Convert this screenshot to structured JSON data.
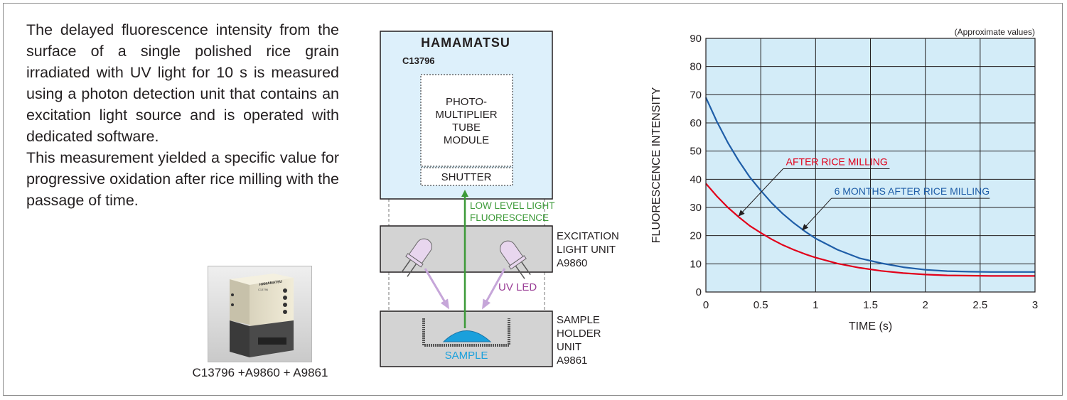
{
  "description": {
    "paragraph1": "The delayed fluorescence intensity from the surface of a single polished rice grain irradiated with UV light for 10 s is measured using a photon detection unit that contains an excitation light source and is operated with dedicated software.",
    "paragraph2": "This measurement yielded a specific value for progressive oxidation after rice milling with the passage of time."
  },
  "photo": {
    "caption": "C13796 +A9860 + A9861",
    "device_brand": "HAMAMATSU",
    "device_model": "C13796"
  },
  "diagram": {
    "brand": "HAMAMATSU",
    "model": "C13796",
    "pmt_lines": [
      "PHOTO-",
      "MULTIPLIER",
      "TUBE",
      "MODULE"
    ],
    "shutter": "SHUTTER",
    "fluorescence_lines": [
      "LOW LEVEL LIGHT",
      "FLUORESCENCE"
    ],
    "excitation_lines": [
      "EXCITATION",
      "LIGHT UNIT",
      "A9860"
    ],
    "uv_led": "UV LED",
    "sample": "SAMPLE",
    "sample_holder_lines": [
      "SAMPLE",
      "HOLDER",
      "UNIT",
      "A9861"
    ],
    "colors": {
      "panel_blue": "#ddf0fb",
      "panel_gray": "#d3d3d3",
      "fluorescence_green": "#3c9a38",
      "uv_purple": "#9a3d96",
      "sample_blue": "#1aa0dc"
    }
  },
  "chart_data": {
    "type": "line",
    "note": "(Approximate values)",
    "xlabel": "TIME (s)",
    "ylabel": "FLUORESCENCE INTENSITY",
    "xlim": [
      0,
      3
    ],
    "ylim": [
      0,
      90
    ],
    "xticks": [
      0,
      0.5,
      1,
      1.5,
      2,
      2.5,
      3
    ],
    "xtick_labels": [
      "0",
      "0.5",
      "1",
      "1.5",
      "2",
      "2.5",
      "3"
    ],
    "yticks": [
      0,
      10,
      20,
      30,
      40,
      50,
      60,
      70,
      80,
      90
    ],
    "grid": true,
    "plot_background": "#d3ecf8",
    "series": [
      {
        "name": "6 MONTHS AFTER RICE MILLING",
        "color": "#1f5ea8",
        "x": [
          0,
          0.1,
          0.2,
          0.3,
          0.4,
          0.5,
          0.6,
          0.7,
          0.8,
          0.9,
          1.0,
          1.2,
          1.4,
          1.6,
          1.8,
          2.0,
          2.2,
          2.4,
          2.6,
          2.8,
          3.0
        ],
        "y": [
          69,
          60.5,
          53,
          46.5,
          40.8,
          36,
          31.6,
          27.8,
          24.5,
          21.6,
          19,
          15,
          12,
          10.2,
          8.8,
          7.9,
          7.4,
          7.2,
          7.1,
          7.1,
          7.1
        ]
      },
      {
        "name": "AFTER RICE MILLING",
        "color": "#e2001a",
        "x": [
          0,
          0.1,
          0.2,
          0.3,
          0.4,
          0.5,
          0.6,
          0.7,
          0.8,
          0.9,
          1.0,
          1.2,
          1.4,
          1.6,
          1.8,
          2.0,
          2.2,
          2.4,
          2.6,
          2.8,
          3.0
        ],
        "y": [
          38.5,
          34,
          30,
          26.6,
          23.5,
          21,
          18.7,
          16.7,
          15,
          13.5,
          12.2,
          10.1,
          8.6,
          7.5,
          6.7,
          6.2,
          5.9,
          5.8,
          5.7,
          5.7,
          5.7
        ]
      }
    ],
    "annotations": [
      {
        "text": "AFTER RICE MILLING",
        "series": "AFTER RICE MILLING",
        "x": 0.3,
        "y": 27,
        "text_x": 0.73,
        "text_y": 45
      },
      {
        "text": "6 MONTHS AFTER RICE MILLING",
        "series": "6 MONTHS AFTER RICE MILLING",
        "x": 0.88,
        "y": 22,
        "text_x": 1.17,
        "text_y": 34.5
      }
    ]
  }
}
